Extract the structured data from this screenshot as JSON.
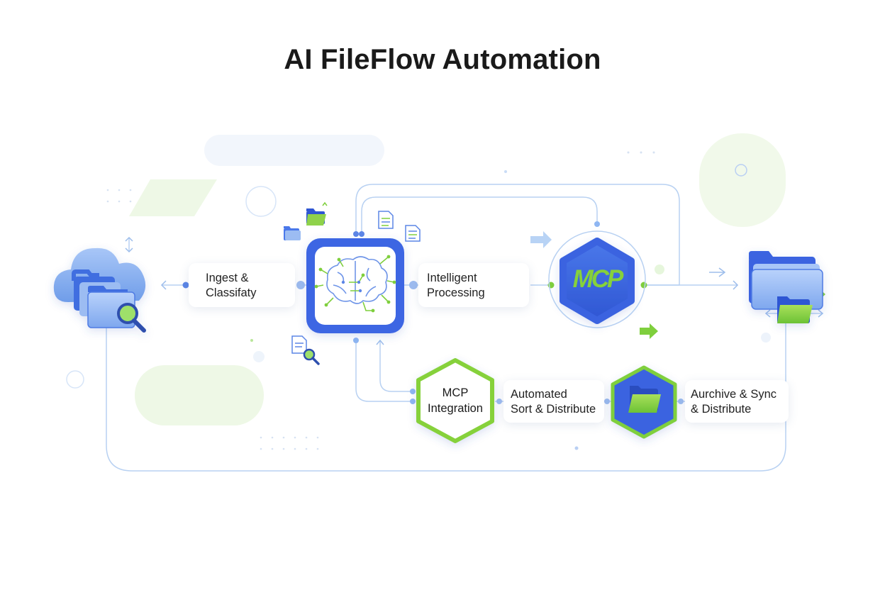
{
  "title": "AI FileFlow Automation",
  "steps": {
    "ingest": {
      "line1": "Ingest &",
      "line2": "Classifaty"
    },
    "processing": {
      "line1": "Intelligent",
      "line2": "Processing"
    },
    "mcp_hub": {
      "logo": "MCP"
    },
    "mcp_integration": {
      "line1": "MCP",
      "line2": "Integration"
    },
    "sort": {
      "line1": "Automated",
      "line2": "Sort & Distribute"
    },
    "archive": {
      "line1": "Aurchive & Sync",
      "line2": "& Distribute"
    }
  },
  "icons": [
    "cloud-folder-search-icon",
    "brain-circuit-icon",
    "folder-icon",
    "document-icon",
    "document-search-icon",
    "folder-stack-icon",
    "arrow-right-icon"
  ],
  "colors": {
    "blue": "#3a63e0",
    "light_blue": "#8fb6f2",
    "green": "#7fcf3d",
    "text": "#1a1a1a"
  }
}
